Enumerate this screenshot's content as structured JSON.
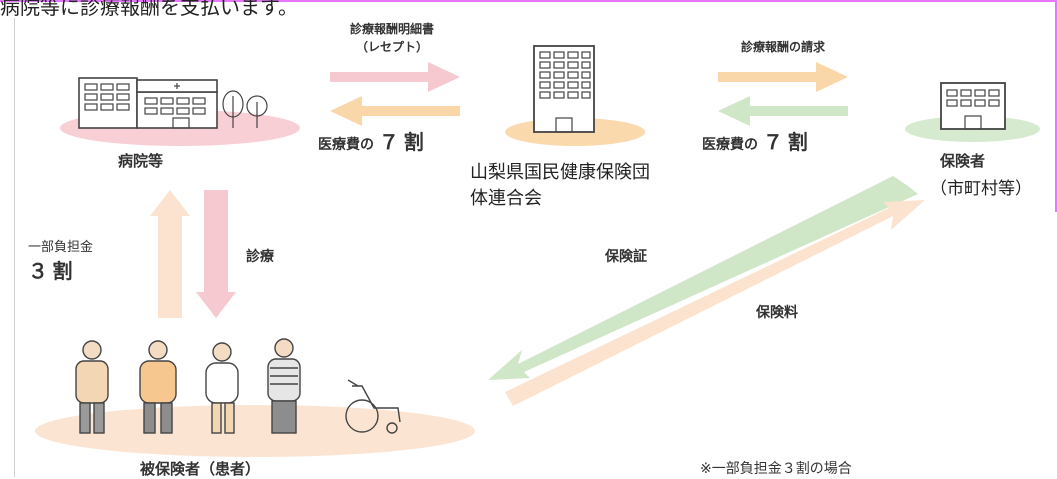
{
  "top_caption": "病院等に診療報酬を支払います。",
  "hospital": {
    "label": "病院等"
  },
  "federation": {
    "name_line1": "山梨県国民健康保険団",
    "name_line2": "体連合会"
  },
  "insurer": {
    "label": "保険者",
    "sublabel": "（市町村等）"
  },
  "patients": {
    "label": "被保険者（患者）"
  },
  "arrows": {
    "receipt_line1": "診療報酬明細書",
    "receipt_line2": "（レセプト）",
    "cost_share_left_prefix": "医療費の",
    "cost_share_left_value": "７",
    "cost_share_left_unit": "割",
    "claim": "診療報酬の請求",
    "cost_share_right_prefix": "医療費の",
    "cost_share_right_value": "７",
    "cost_share_right_unit": "割",
    "copay_line1": "一部負担金",
    "copay_value": "３",
    "copay_unit": "割",
    "treatment": "診療",
    "insurance_card": "保険証",
    "premium": "保険料"
  },
  "footnote": "※一部負担金３割の場合",
  "colors": {
    "pink": "#f5c9cf",
    "orange": "#fad7a8",
    "green": "#cfe6c7",
    "peach": "#fbe3cf"
  }
}
